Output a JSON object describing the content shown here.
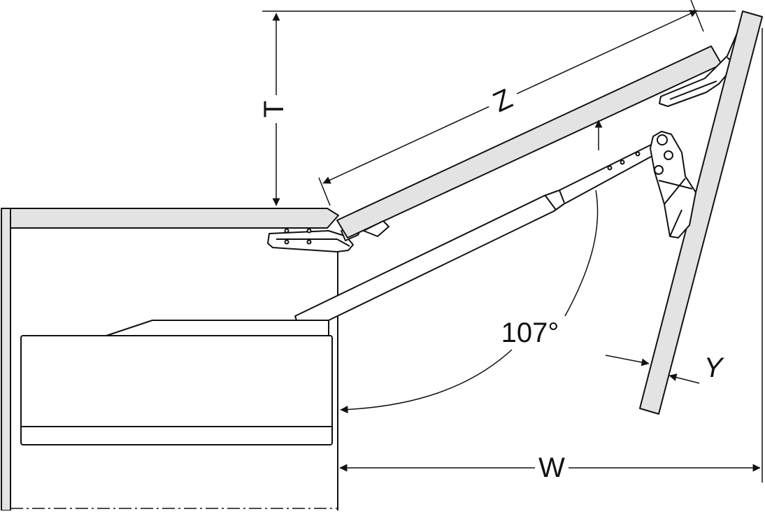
{
  "diagram": {
    "labels": {
      "T": "T",
      "Z": "Z",
      "W": "W",
      "Y": "Y",
      "angle": "107°"
    },
    "colors": {
      "line": "#111111",
      "panel_fill": "#e3e3e3",
      "background": "#ffffff"
    }
  }
}
